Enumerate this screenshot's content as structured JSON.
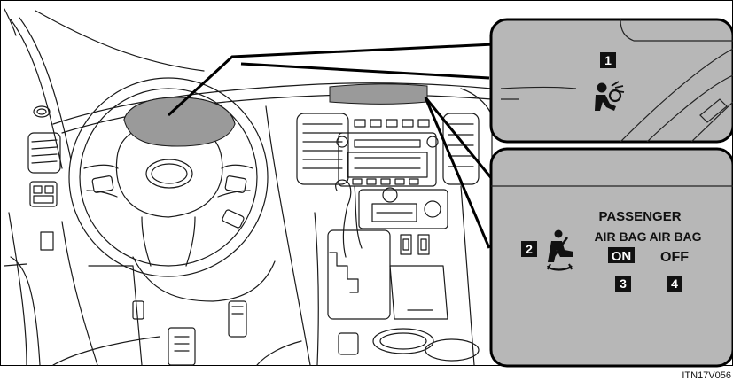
{
  "callouts": {
    "one": "1",
    "two": "2",
    "three": "3",
    "four": "4"
  },
  "indicator_panel": {
    "title": "PASSENGER",
    "on_label": "AIR BAG",
    "on_state": "ON",
    "off_label": "AIR BAG",
    "off_state": "OFF"
  },
  "icons": {
    "airbag": "srs-airbag-warning-icon",
    "seatbelt": "seatbelt-reminder-icon"
  },
  "figure_code": "ITN17V056"
}
